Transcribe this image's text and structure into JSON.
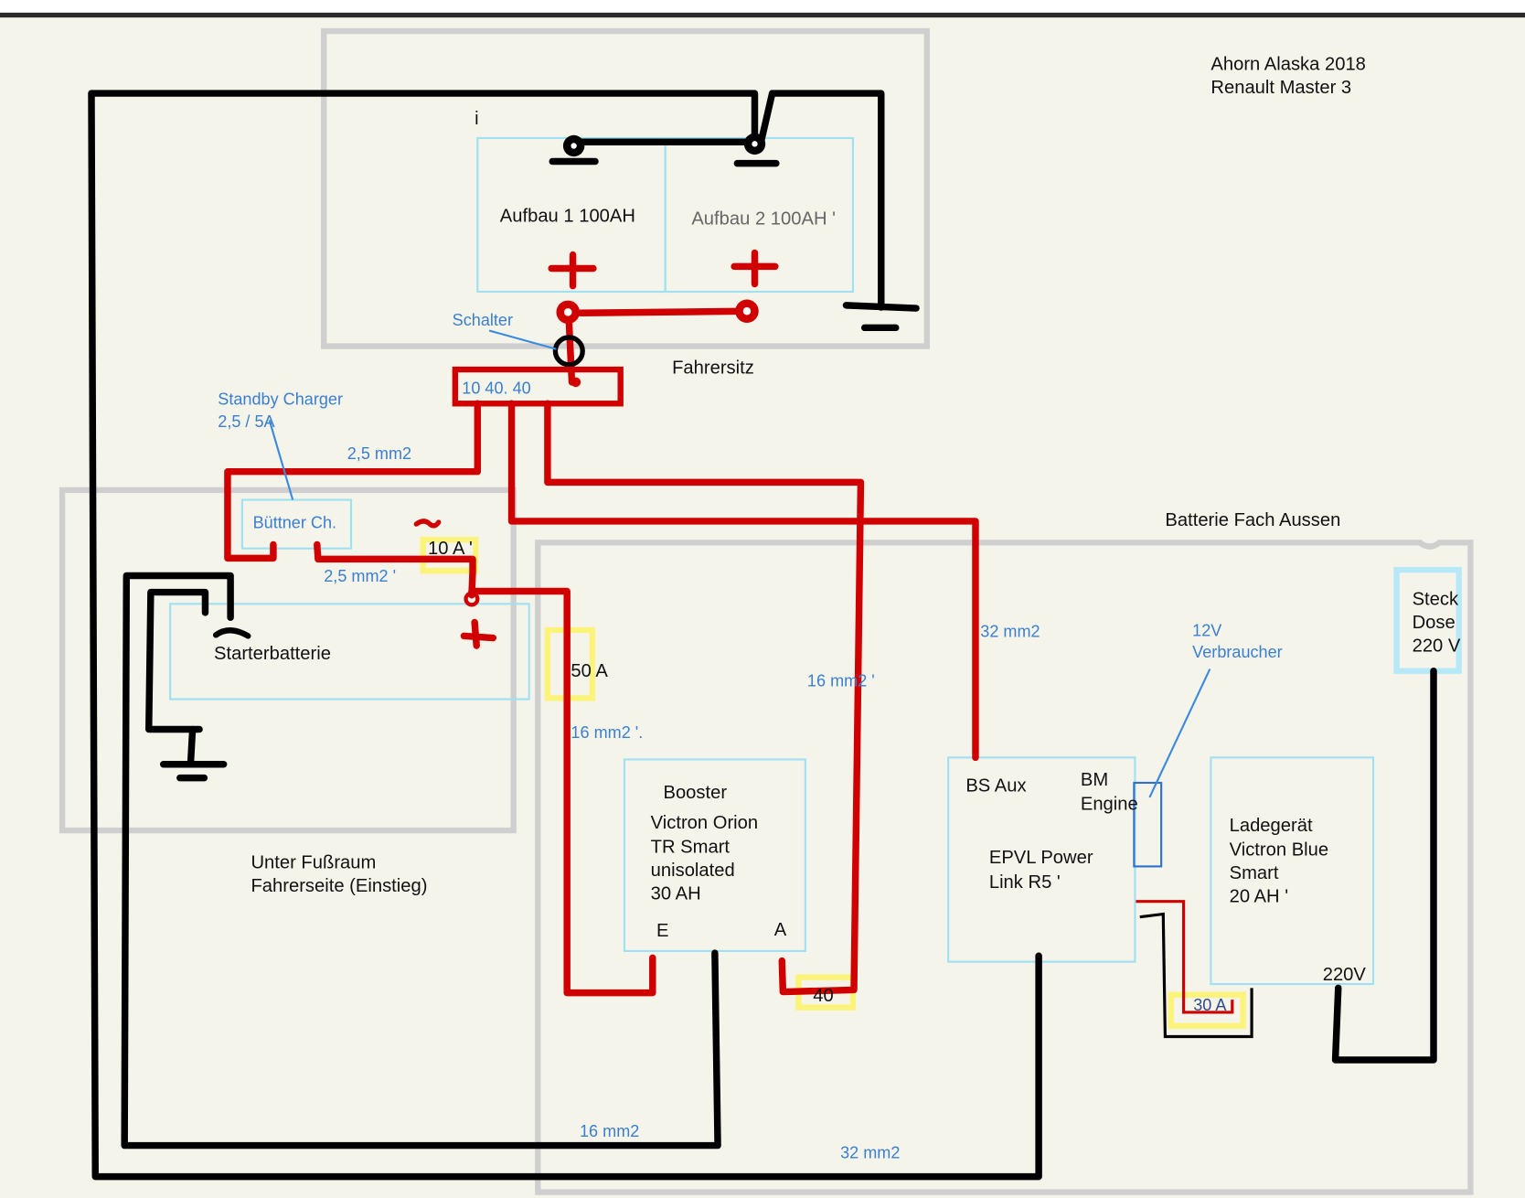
{
  "title": {
    "line1": "Ahorn Alaska 2018",
    "line2": "Renault Master 3"
  },
  "colors": {
    "positive": "#d10000",
    "ground": "#000000",
    "area": "#cfcfcf",
    "component": "#9fe0f2",
    "fuse": "#fbf37a",
    "annotation": "#3a7fd0",
    "background": "#f5f4ea"
  },
  "areas": {
    "driver_seat": "Fahrersitz",
    "footwell_line1": "Unter Fußraum",
    "footwell_line2": "Fahrerseite (Einstieg)",
    "outside_compartment": "Batterie Fach Aussen"
  },
  "components": {
    "aux_battery_1": "Aufbau 1  100AH",
    "aux_battery_2": "Aufbau 2 100AH '",
    "buettner": "Büttner Ch.",
    "starter_battery": "Starterbatterie",
    "booster": [
      "Booster",
      "Victron Orion",
      "TR Smart",
      "unisolated",
      "30 AH"
    ],
    "booster_in": "E",
    "booster_out": "A",
    "epvl_bs_aux": "BS Aux",
    "epvl_bm_engine": [
      "BM",
      "Engine"
    ],
    "epvl": [
      "EPVL Power",
      "Link R5 '"
    ],
    "charger": [
      "Ladegerät",
      "Victron Blue",
      "Smart",
      "20 AH '"
    ],
    "charger_input": "220V",
    "socket": [
      "Steck",
      "Dose",
      "220 V"
    ]
  },
  "fuses": {
    "fuse_block": "10   40.  40",
    "buettner_fuse": "10 A '",
    "booster_in_fuse": "50 A",
    "booster_out_fuse": "40",
    "charger_fuse": "30 A"
  },
  "annotations": {
    "switch": "Schalter",
    "standby_charger": [
      "Standby Charger",
      "2,5  / 5A"
    ],
    "wire_2_5_top": "2,5 mm2",
    "wire_2_5_bottom": "2,5 mm2  '",
    "wire_16_left": "16 mm2 '.",
    "wire_16_mid": "16 mm2 '",
    "wire_32_top": "32 mm2",
    "consumers": [
      "12V",
      "Verbraucher"
    ],
    "wire_16_bottom": "16 mm2",
    "wire_32_bottom": "32 mm2",
    "stray_i": "i"
  }
}
